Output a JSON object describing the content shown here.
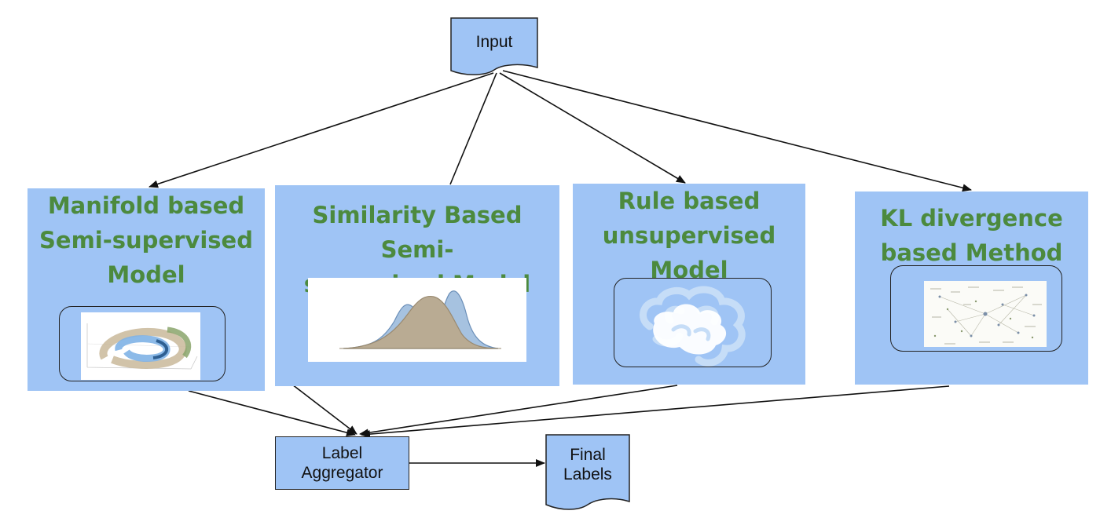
{
  "input": {
    "label": "Input"
  },
  "models": [
    {
      "title": "Manifold based\nSemi-supervised\nModel",
      "image": "swiss-roll-manifold-image"
    },
    {
      "title": "Similarity Based Semi-\nsupervised Model",
      "image": "density-curves-image"
    },
    {
      "title": "Rule based\nunsupervised\nModel",
      "image": "brain-icon"
    },
    {
      "title": "KL divergence\nbased Method",
      "image": "network-graph-image"
    }
  ],
  "aggregator": {
    "label": "Label\nAggregator"
  },
  "output": {
    "label": "Final\nLabels"
  },
  "colors": {
    "box_fill": "#9fc4f5",
    "title_text": "#4c8a3e",
    "edge": "#111111"
  }
}
